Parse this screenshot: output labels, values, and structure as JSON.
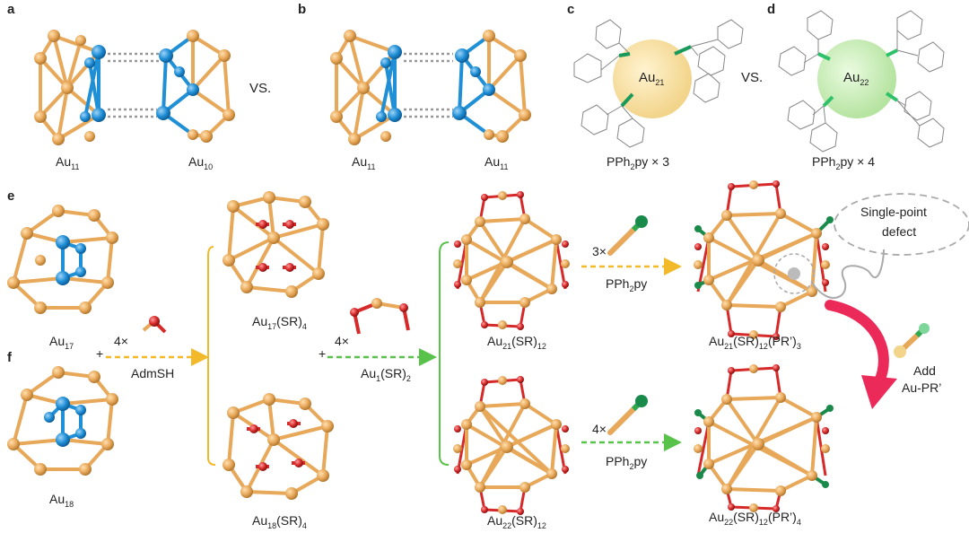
{
  "panels": {
    "a": {
      "letter": "a",
      "left_label": "Au",
      "left_sub": "11",
      "right_label": "Au",
      "right_sub": "10"
    },
    "vs1": "VS.",
    "b": {
      "letter": "b",
      "left_label": "Au",
      "left_sub": "11",
      "right_label": "Au",
      "right_sub": "11"
    },
    "c": {
      "letter": "c",
      "core_label": "Au",
      "core_sub": "21",
      "caption_a": "PPh",
      "caption_sub": "2",
      "caption_b": "py × 3"
    },
    "vs2": "VS.",
    "d": {
      "letter": "d",
      "core_label": "Au",
      "core_sub": "22",
      "caption_a": "PPh",
      "caption_sub": "2",
      "caption_b": "py × 4"
    },
    "e": {
      "letter": "e",
      "label": "Au",
      "sub": "17"
    },
    "f": {
      "letter": "f",
      "label": "Au",
      "sub": "18"
    }
  },
  "scheme": {
    "plus": "+",
    "step1": {
      "mult": "4×",
      "reagent": "AdmSH"
    },
    "au17sr4": {
      "a": "Au",
      "s1": "17",
      "b": "(SR)",
      "s2": "4"
    },
    "au18sr4": {
      "a": "Au",
      "s1": "18",
      "b": "(SR)",
      "s2": "4"
    },
    "step2": {
      "mult": "4×",
      "a": "Au",
      "s1": "1",
      "b": "(SR)",
      "s2": "2"
    },
    "au21sr12": {
      "a": "Au",
      "s1": "21",
      "b": "(SR)",
      "s2": "12"
    },
    "au22sr12": {
      "a": "Au",
      "s1": "22",
      "b": "(SR)",
      "s2": "12"
    },
    "step3a": {
      "mult": "3×",
      "a": "PPh",
      "s1": "2",
      "b": "py"
    },
    "step3b": {
      "mult": "4×",
      "a": "PPh",
      "s1": "2",
      "b": "py"
    },
    "au21full": {
      "a": "Au",
      "s1": "21",
      "b": "(SR)",
      "s2": "12",
      "c": "(PR’)",
      "s3": "3"
    },
    "au22full": {
      "a": "Au",
      "s1": "22",
      "b": "(SR)",
      "s2": "12",
      "c": "(PR’)",
      "s3": "4"
    },
    "bubble": {
      "line1": "Single-point",
      "line2": "defect"
    },
    "add": {
      "line1": "Add",
      "line2": "Au-PR’"
    }
  },
  "colors": {
    "gold": "#e8a85a",
    "blue": "#1f8fd6",
    "red": "#d62a2a",
    "green": "#2fa84f",
    "yellow_arrow": "#f2b92a",
    "green_arrow": "#58c24a",
    "pink_arrow": "#ec2a5a"
  }
}
